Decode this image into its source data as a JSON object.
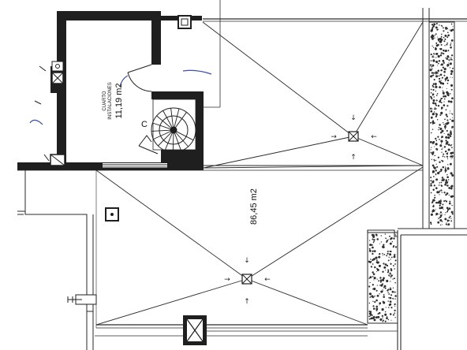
{
  "plan": {
    "room_name_line1": "CUARTO",
    "room_name_line2": "INSTALACIONES",
    "room_area": "11,19 m2",
    "stair_letter": "C",
    "roof_area": "86,45 m2"
  },
  "colors": {
    "wall": "#1f1f1f",
    "line": "#2a2a2a",
    "gravel": "#3a3a3a",
    "blue_mark": "#3b4fa8",
    "background": "#ffffff"
  }
}
